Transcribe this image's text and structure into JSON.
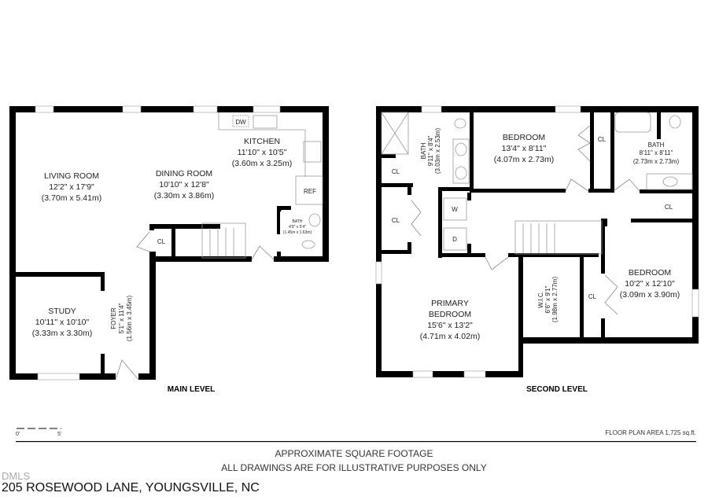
{
  "main_level": {
    "title": "MAIN LEVEL",
    "rooms": {
      "living": {
        "name": "LIVING ROOM",
        "ft": "12'2\" x 17'9\"",
        "m": "(3.70m x 5.41m)"
      },
      "dining": {
        "name": "DINING ROOM",
        "ft": "10'10\" x 12'8\"",
        "m": "(3.30m x 3.86m)"
      },
      "kitchen": {
        "name": "KITCHEN",
        "ft": "11'10\" x 10'5\"",
        "m": "(3.60m x 3.25m)"
      },
      "bath": {
        "name": "BATH",
        "ft": "4'9\" x 5'4\"",
        "m": "(1.45m x 1.63m)"
      },
      "study": {
        "name": "STUDY",
        "ft": "10'11\" x 10'10\"",
        "m": "(3.33m x 3.30m)"
      },
      "foyer": {
        "name": "FOYER",
        "ft": "5'1\" x 11'4\"",
        "m": "(1.56m x 3.45m)"
      }
    },
    "fixtures": {
      "dw": "DW",
      "ref": "REF",
      "cl": "CL"
    }
  },
  "second_level": {
    "title": "SECOND LEVEL",
    "rooms": {
      "bath1": {
        "name": "BATH",
        "ft": "9'11\" x 8'4\"",
        "m": "(3.03m x 2.53m)"
      },
      "bedroom1": {
        "name": "BEDROOM",
        "ft": "13'4\" x 8'11\"",
        "m": "(4.07m x 2.73m)"
      },
      "bath2": {
        "name": "BATH",
        "ft": "8'11\" x 8'11\"",
        "m": "(2.73m x 2.73m)"
      },
      "primary": {
        "name1": "PRIMARY",
        "name2": "BEDROOM",
        "ft": "15'6\" x 13'2\"",
        "m": "(4.71m x 4.02m)"
      },
      "wic": {
        "name": "W.I.C.",
        "ft": "6'6\" x 9'1\"",
        "m": "(1.98m x 2.77m)"
      },
      "bedroom2": {
        "name": "BEDROOM",
        "ft": "10'2\" x 12'10\"",
        "m": "(3.09m x 3.90m)"
      }
    },
    "fixtures": {
      "cl": "CL",
      "w": "W",
      "d": "D"
    }
  },
  "scale": {
    "start": "0'",
    "end": "5'"
  },
  "floor_area": "FLOOR PLAN AREA 1,725 sq.ft.",
  "disclaimer1": "APPROXIMATE SQUARE FOOTAGE",
  "disclaimer2": "ALL DRAWINGS ARE FOR ILLUSTRATIVE PURPOSES ONLY",
  "watermark": "DMLS",
  "address": "205 ROSEWOOD LANE, YOUNGSVILLE, NC"
}
